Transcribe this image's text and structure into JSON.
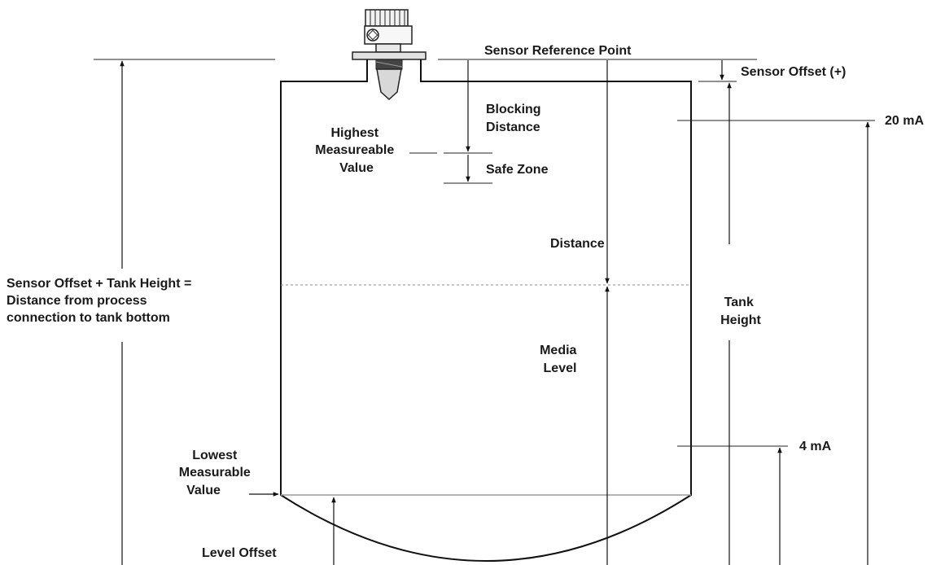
{
  "labels": {
    "sensor_reference_point": "Sensor Reference Point",
    "sensor_offset": "Sensor Offset (+)",
    "ma_20": "20 mA",
    "ma_4": "4 mA",
    "blocking_distance": [
      "Blocking",
      "Distance"
    ],
    "highest_measureable_value": [
      "Highest",
      "Measureable",
      "Value"
    ],
    "safe_zone": "Safe Zone",
    "distance": "Distance",
    "tank_height": [
      "Tank",
      "Height"
    ],
    "media_level": [
      "Media",
      "Level"
    ],
    "sensor_offset_tank_height": [
      "Sensor Offset + Tank Height =",
      "Distance from process",
      "connection to tank bottom"
    ],
    "lowest_measurable_value": [
      "Lowest",
      "Measurable",
      "Value"
    ],
    "level_offset": "Level Offset"
  }
}
